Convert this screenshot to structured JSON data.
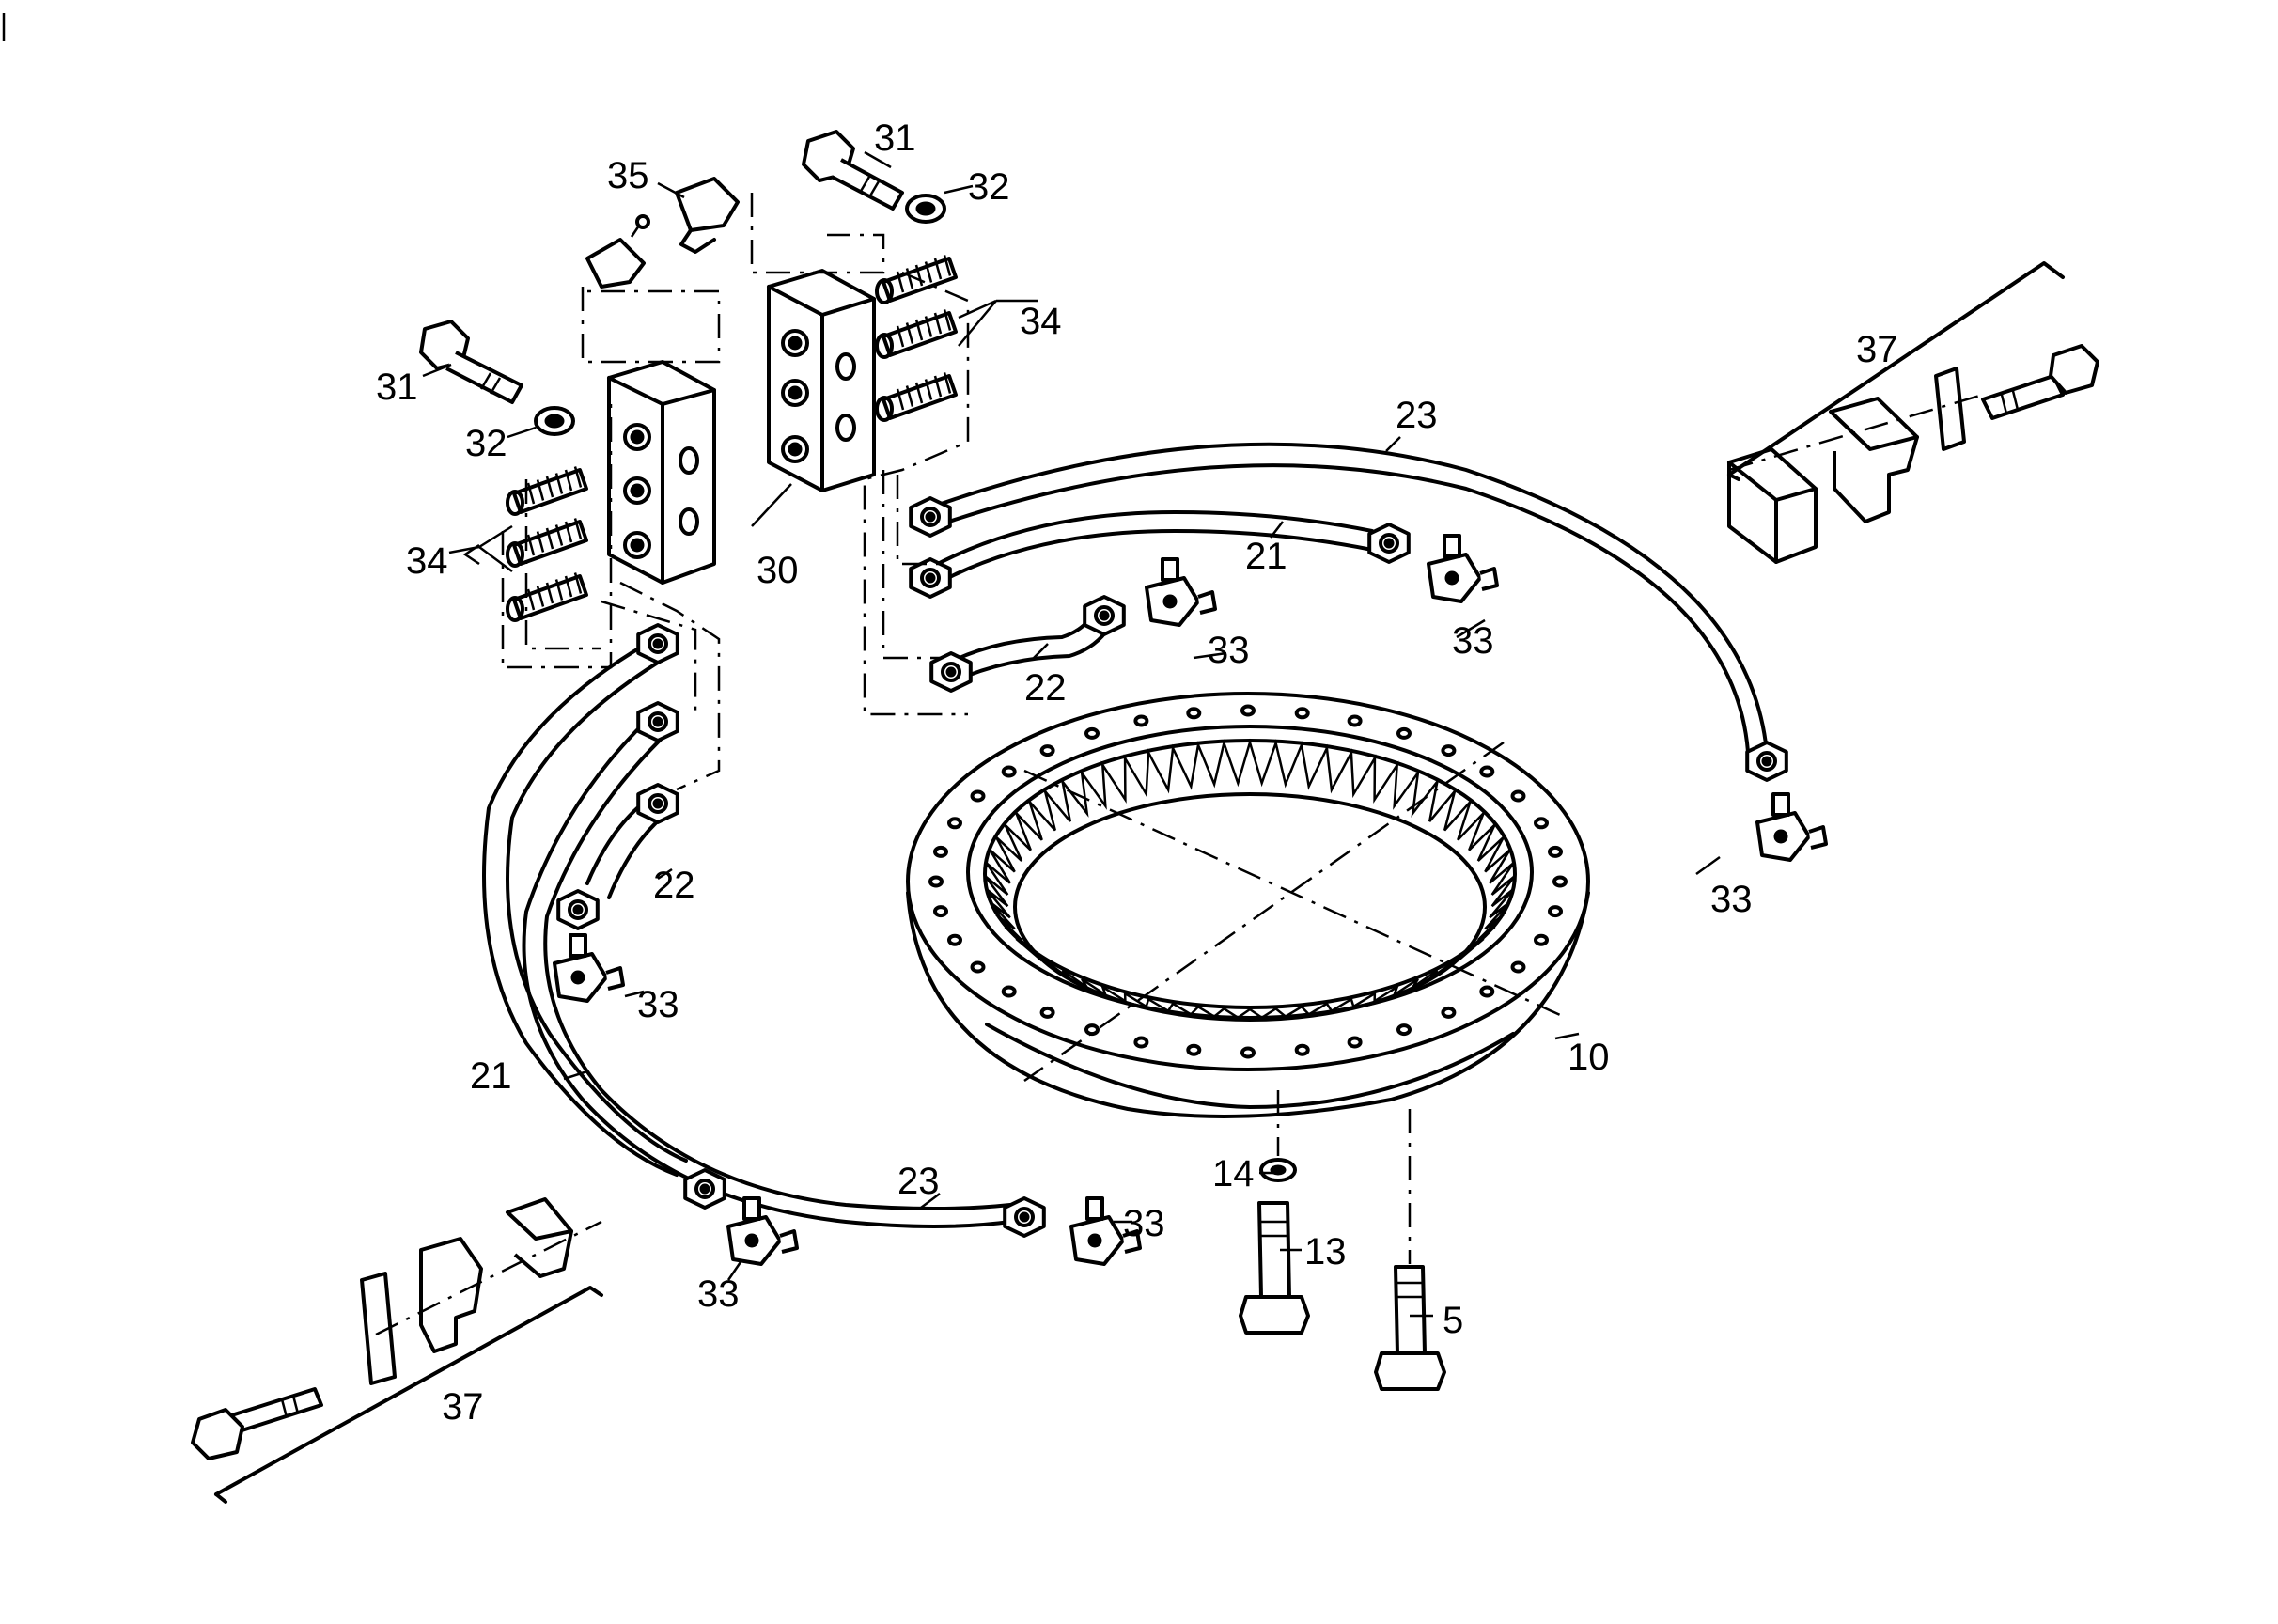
{
  "callouts": {
    "c35": "35",
    "c31_top": "31",
    "c32_top": "32",
    "c34_right": "34",
    "c31_left": "31",
    "c32_left": "32",
    "c34_left": "34",
    "c30": "30",
    "c37_right": "37",
    "c23_top": "23",
    "c21_top": "21",
    "c33_a": "33",
    "c33_b": "33",
    "c22_top": "22",
    "c33_c": "33",
    "c22_left": "22",
    "c33_d": "33",
    "c21_left": "21",
    "c10": "10",
    "c14": "14",
    "c13": "13",
    "c5": "5",
    "c23_bottom": "23",
    "c33_e": "33",
    "c33_f": "33",
    "c37_left": "37"
  }
}
